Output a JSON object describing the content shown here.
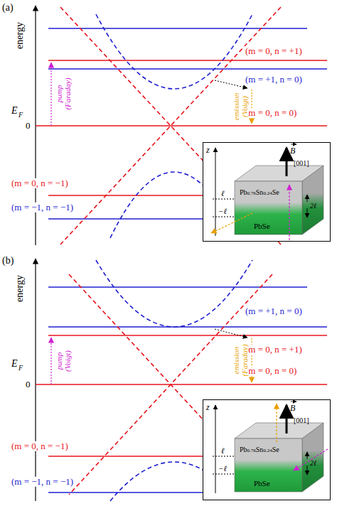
{
  "diagram": {
    "nodes": [
      {
        "text": [
          "z",
          "B",
          "[001]",
          "ℓ",
          "−ℓ",
          "2ℓ",
          "Pb",
          "0.76",
          "Sn",
          "0.24",
          "Se",
          "PbSe"
        ]
      },
      {
        "text": [
          "z",
          "B",
          "[001]",
          "ℓ",
          "−ℓ",
          "2ℓ",
          "Pb",
          "0.76",
          "Sn",
          "0.24",
          "Se",
          "PbSe"
        ]
      }
    ],
    "labels": [
      "(a)",
      "energy",
      "(m = 0, n = +1)",
      "(m = +1, n = 0)",
      "E",
      "F",
      "0",
      "(m = 0, n = 0)",
      "pump",
      "(Faraday)",
      "emission",
      "(Voigt)",
      "(m = 0, n = −1)",
      "(m = −1, n = −1)",
      "(b)",
      "energy",
      "(m = +1, n = 0)",
      "(m = 0, n = +1)",
      "E",
      "F",
      "0",
      "(m = 0, n = 0)",
      "pump",
      "(Voigt)",
      "emission",
      "(Faraday)",
      "(m = 0, n = −1)",
      "(m = −1, n = −1)"
    ]
  }
}
